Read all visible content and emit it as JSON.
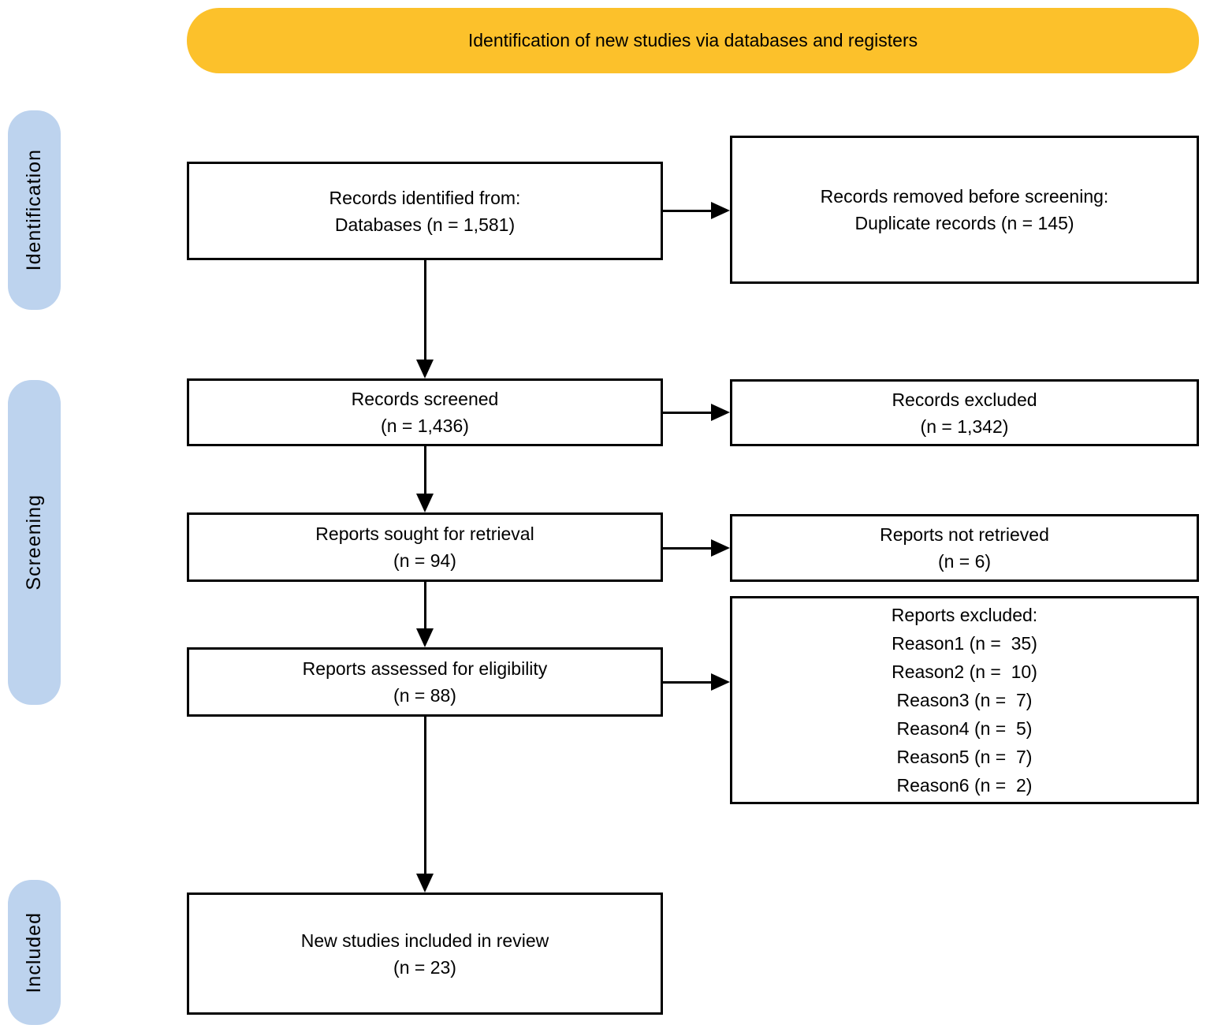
{
  "header": {
    "title": "Identification of new studies via databases and registers"
  },
  "sidebar": {
    "identification": "Identification",
    "screening": "Screening",
    "included": "Included"
  },
  "boxes": {
    "records_identified": {
      "line1": "Records identified from:",
      "line2": "Databases (n = 1,581)"
    },
    "records_removed": {
      "line1": "Records removed before screening:",
      "line2": "Duplicate records (n = 145)"
    },
    "records_screened": {
      "line1": "Records screened",
      "line2": "(n = 1,436)"
    },
    "records_excluded": {
      "line1": "Records excluded",
      "line2": "(n = 1,342)"
    },
    "reports_sought": {
      "line1": "Reports sought for retrieval",
      "line2": "(n = 94)"
    },
    "reports_not_retrieved": {
      "line1": "Reports not retrieved",
      "line2": "(n = 6)"
    },
    "reports_assessed": {
      "line1": "Reports assessed for eligibility",
      "line2": "(n = 88)"
    },
    "reports_excluded": {
      "title": "Reports excluded:",
      "reasons": [
        "Reason1 (n =  35)",
        "Reason2 (n =  10)",
        "Reason3 (n =  7)",
        "Reason4 (n =  5)",
        "Reason5 (n =  7)",
        "Reason6 (n =  2)"
      ]
    },
    "new_studies": {
      "line1": "New studies included in review",
      "line2": "(n = 23)"
    }
  },
  "colors": {
    "header_bg": "#FCC12B",
    "stage_bg": "#BDD3EE",
    "box_border": "#000000",
    "arrow": "#000000"
  }
}
